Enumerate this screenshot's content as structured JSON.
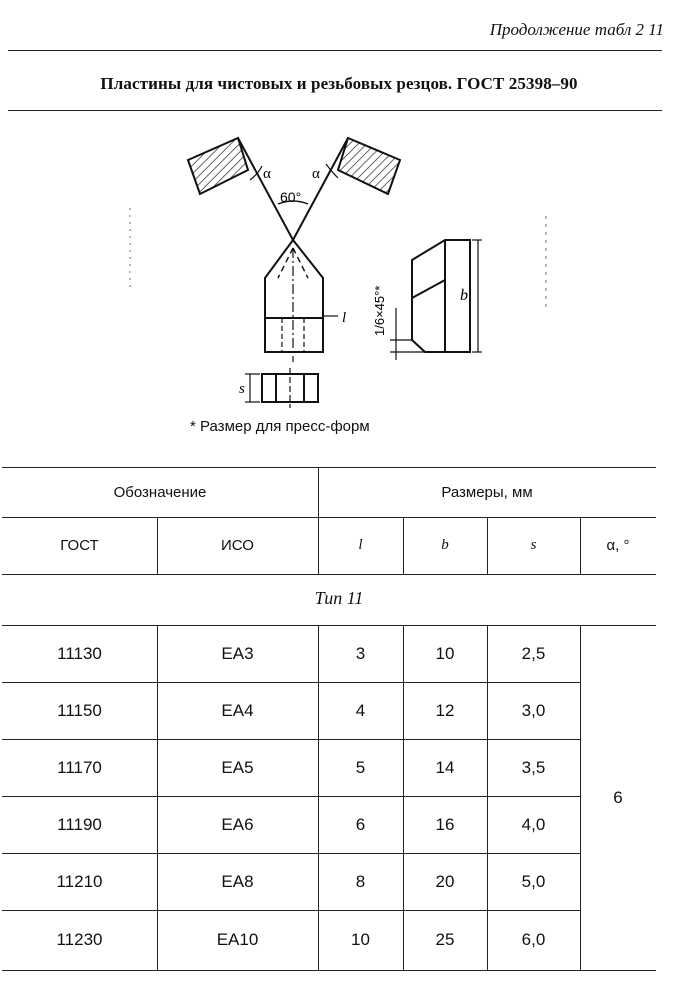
{
  "header": {
    "continuation": "Продолжение табл 2 11",
    "title": "Пластины для чистовых и резьбовых резцов. ГОСТ 25398–90"
  },
  "drawing": {
    "angle_label": "60°",
    "alpha_left": "α",
    "alpha_right": "α",
    "chamfer_label": "1/6×45°*",
    "b_label": "b",
    "l_label": "l",
    "s_label": "s",
    "footnote": "* Размер для пресс-форм"
  },
  "table": {
    "group_designation": "Обозначение",
    "group_sizes": "Размеры, мм",
    "columns": {
      "gost": "ГОСТ",
      "iso": "ИСО",
      "l": "l",
      "b": "b",
      "s": "s",
      "alpha": "α, °"
    },
    "type_label": "Тип 11",
    "alpha_value": "6",
    "rows": [
      {
        "gost": "11130",
        "iso": "ЕА3",
        "l": "3",
        "b": "10",
        "s": "2,5"
      },
      {
        "gost": "11150",
        "iso": "ЕА4",
        "l": "4",
        "b": "12",
        "s": "3,0"
      },
      {
        "gost": "11170",
        "iso": "ЕА5",
        "l": "5",
        "b": "14",
        "s": "3,5"
      },
      {
        "gost": "11190",
        "iso": "ЕА6",
        "l": "6",
        "b": "16",
        "s": "4,0"
      },
      {
        "gost": "11210",
        "iso": "ЕА8",
        "l": "8",
        "b": "20",
        "s": "5,0"
      },
      {
        "gost": "11230",
        "iso": "ЕА10",
        "l": "10",
        "b": "25",
        "s": "6,0"
      }
    ]
  }
}
